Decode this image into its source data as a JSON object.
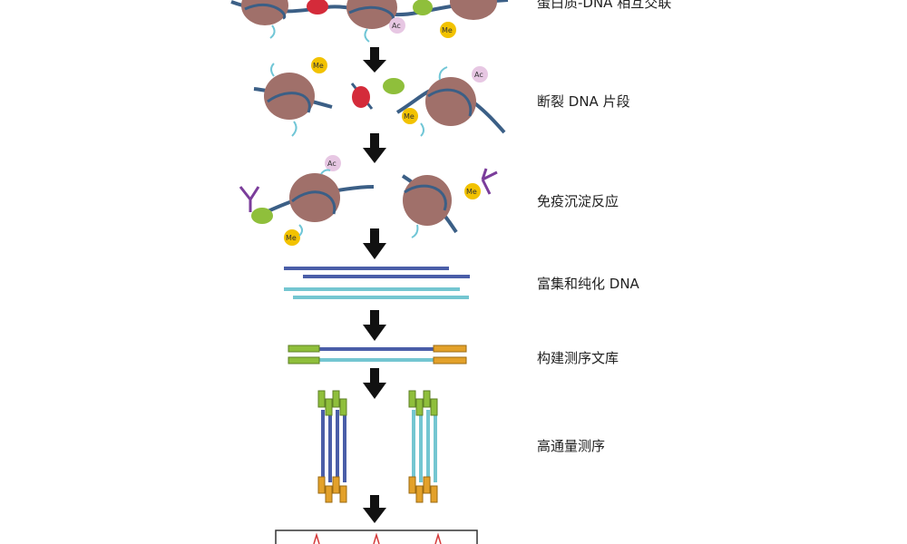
{
  "steps": [
    {
      "label": "蛋白质-DNA 相互交联"
    },
    {
      "label": "断裂 DNA 片段"
    },
    {
      "label": "免疫沉淀反应"
    },
    {
      "label": "富集和纯化 DNA"
    },
    {
      "label": "构建测序文库"
    },
    {
      "label": "高通量测序"
    }
  ],
  "modifications": {
    "acetyl": "Ac",
    "methyl": "Me"
  },
  "colors": {
    "nucleosome": "#a0706a",
    "dna_strand": "#3b5f86",
    "histone_tail": "#70c6d6",
    "protein_red": "#d42b3a",
    "protein_green": "#8fbf3b",
    "ac_badge": "#e7c7e3",
    "me_badge": "#f2c200",
    "antibody": "#7b3d9b",
    "arrow": "#111111",
    "fragment_navy": "#4a5ea8",
    "fragment_cyan": "#74c6d1",
    "adapter_green": "#8fbf3b",
    "adapter_orange": "#e3a12a",
    "peak_red": "#d43b3b"
  }
}
